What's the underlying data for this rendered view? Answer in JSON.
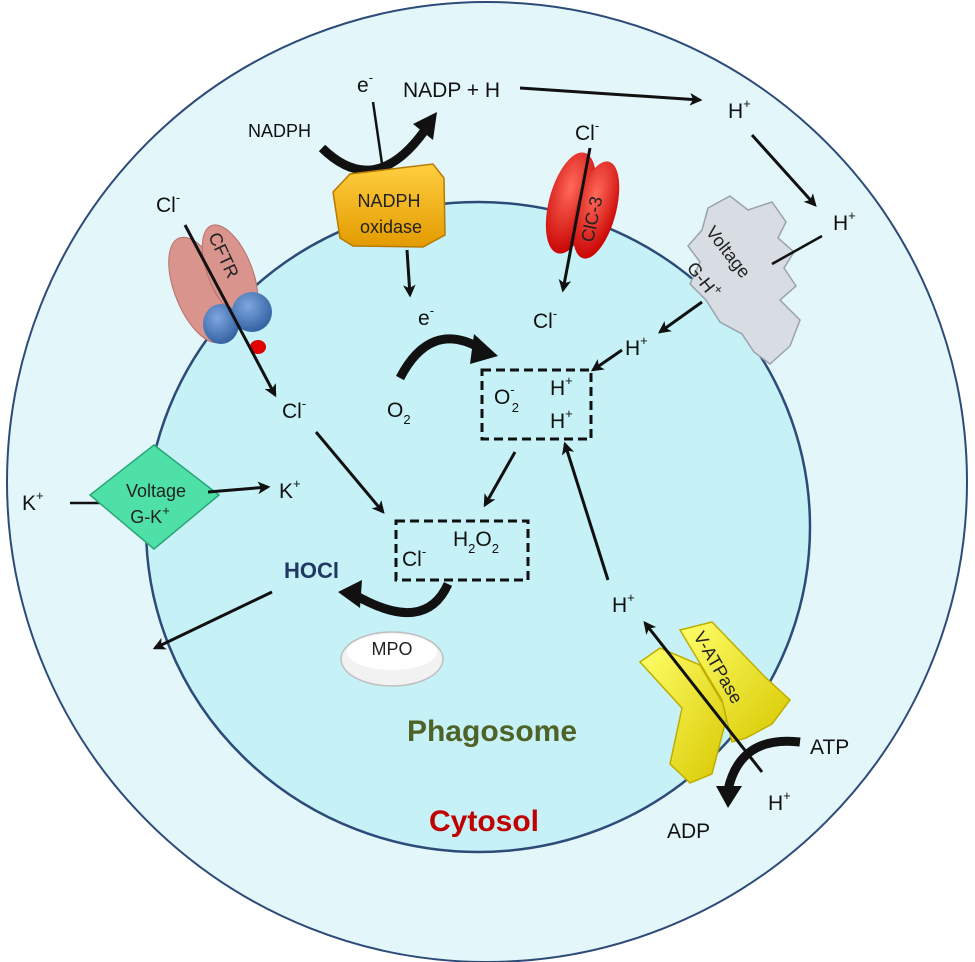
{
  "labels": {
    "cytosol": "Cytosol",
    "phagosome": "Phagosome",
    "nadph": "NADPH",
    "nadp_h": "NADP + H",
    "e_minus": "e",
    "minus": "-",
    "plus": "+",
    "cl": "Cl",
    "h": "H",
    "k": "K",
    "o": "O",
    "two": "2",
    "hocl": "HOCl",
    "h2o2_h": "H",
    "h2o2_o": "O",
    "atp": "ATP",
    "adp": "ADP"
  },
  "proteins": {
    "nadph_oxidase_1": "NADPH",
    "nadph_oxidase_2": "oxidase",
    "cftr": "CFTR",
    "clc3": "ClC-3",
    "voltage_h_1": "Voltage",
    "voltage_h_2": "G-H",
    "voltage_k_1": "Voltage",
    "voltage_k_2": "G-K",
    "mpo": "MPO",
    "v_atpase": "V-ATPase"
  },
  "colors": {
    "cytosol_fill": "#e3f7fa",
    "phagosome_fill": "#c6f1f6",
    "membrane": "#2c4b78",
    "cytosol_text": "#c00000",
    "phagosome_text": "#4f6228",
    "hocl_text": "#1f3864",
    "nadph_oxidase": "#f5b400",
    "cftr_pink": "#d9948e",
    "cftr_blue": "#4f7fc0",
    "clc3": "#e8191c",
    "voltage_h": "#d8dde3",
    "voltage_k": "#4ee0a6",
    "v_atpase": "#f5f000",
    "mpo": "#f2f2f2"
  }
}
